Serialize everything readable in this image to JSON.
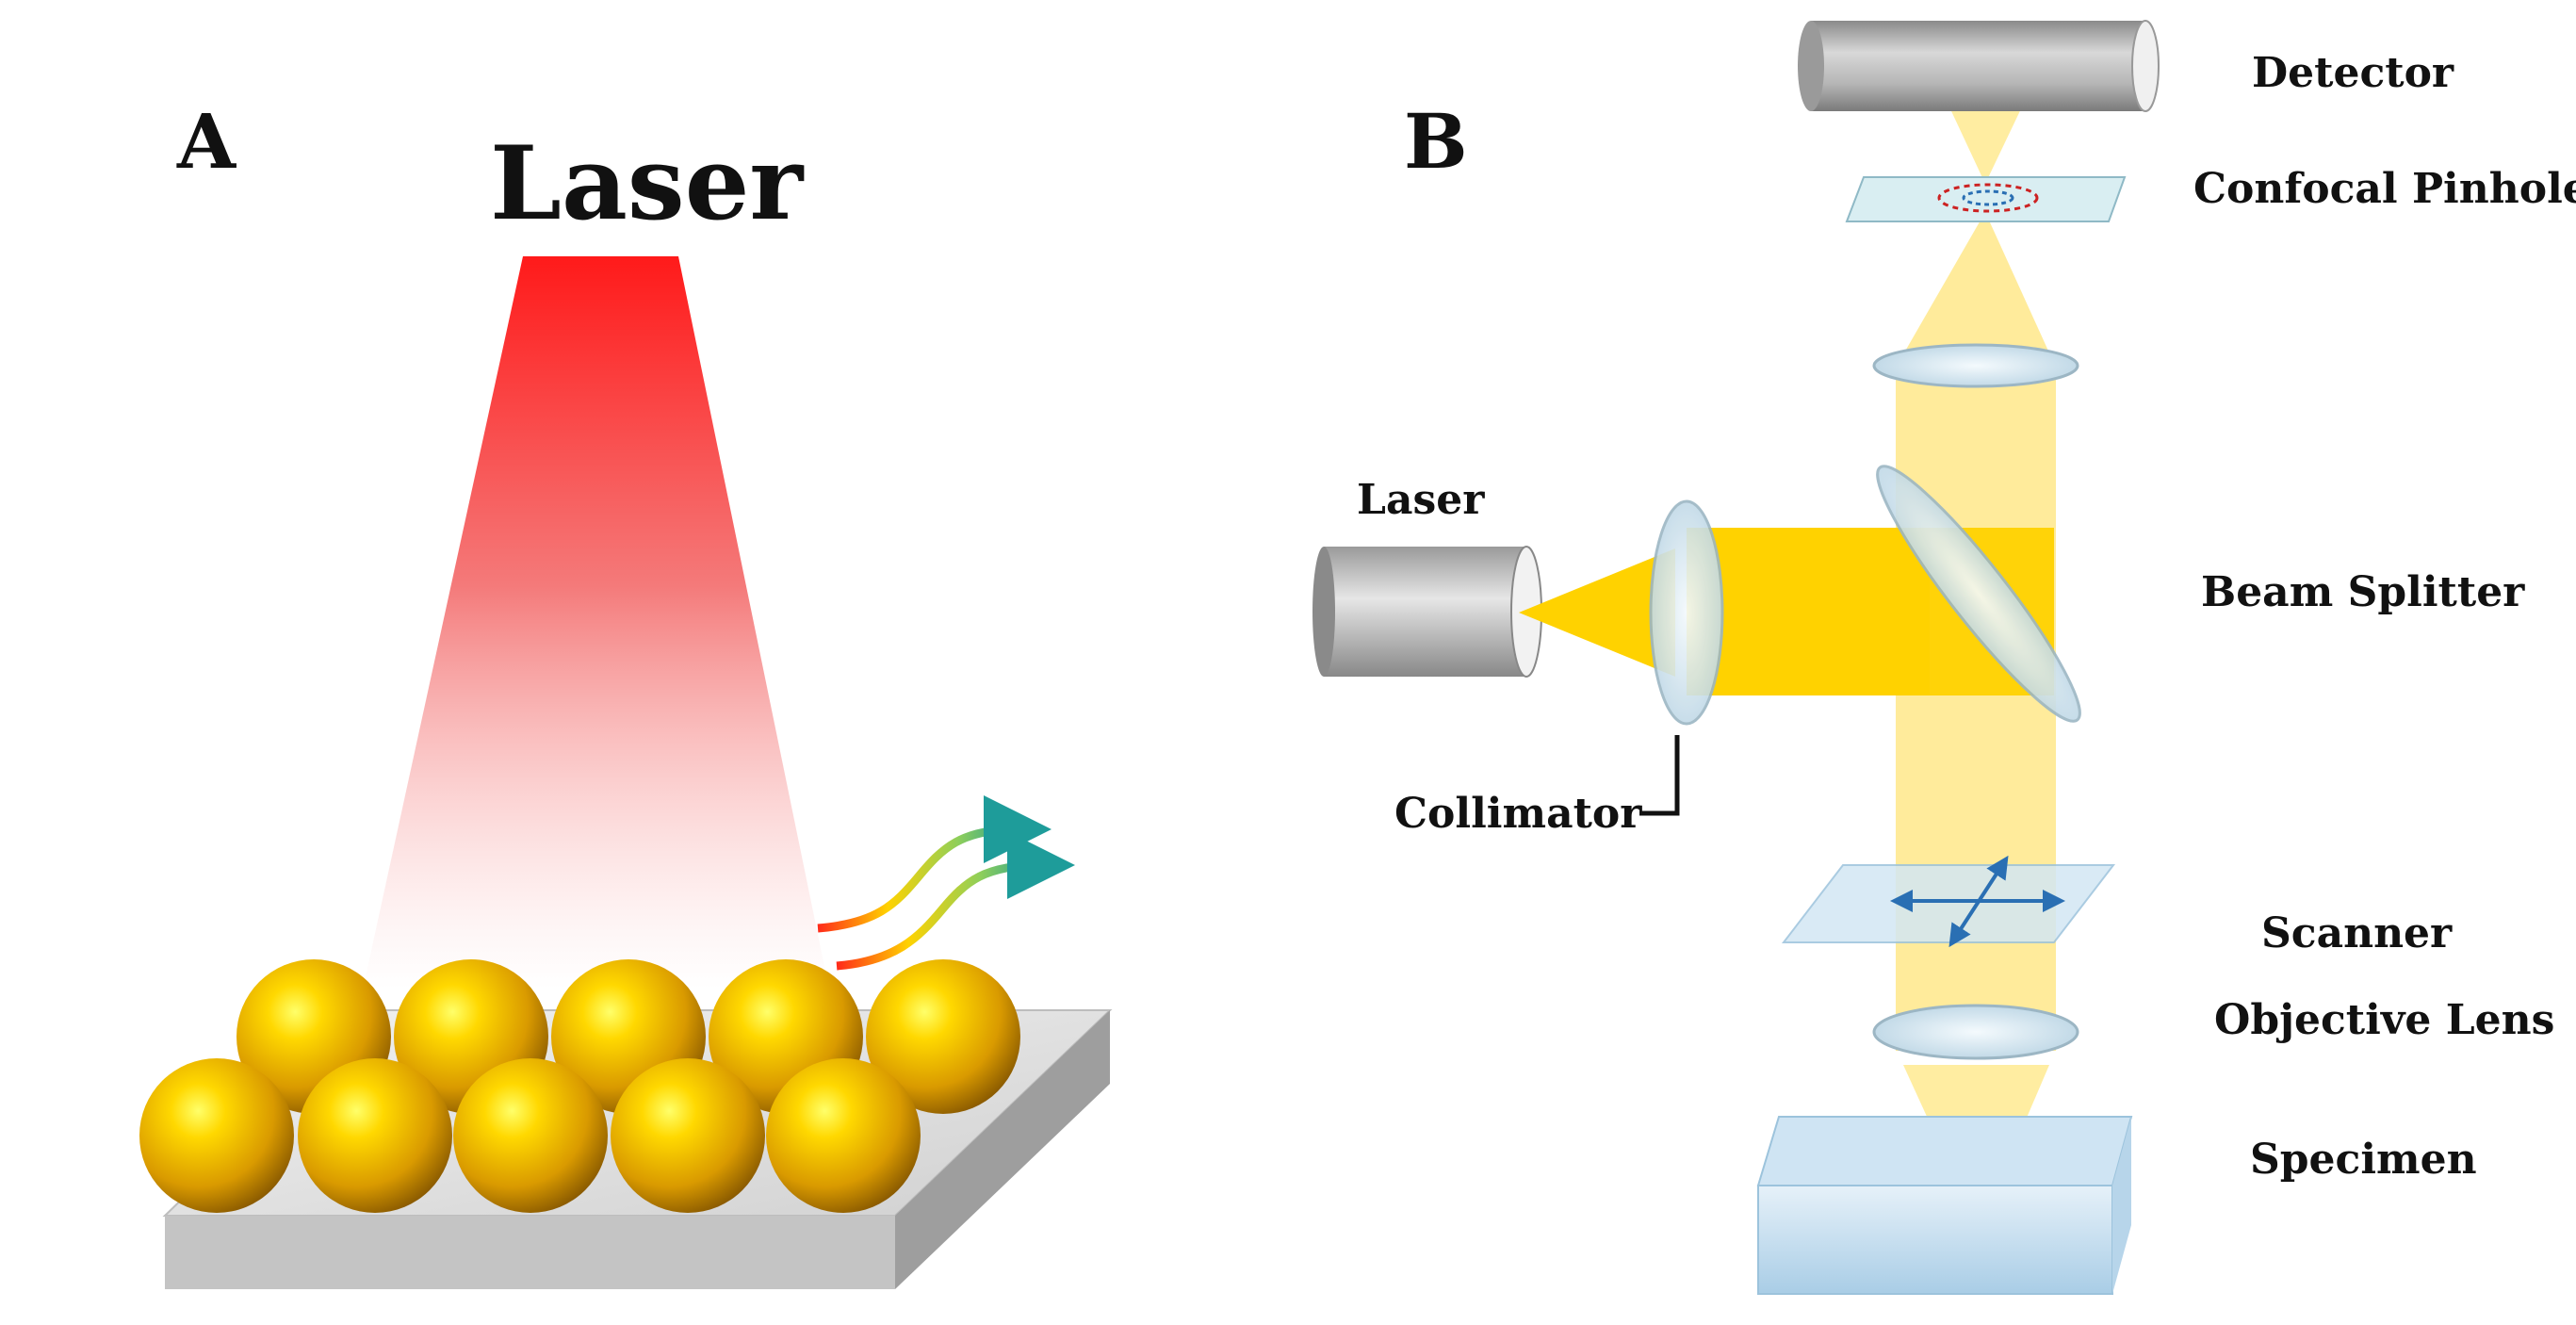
{
  "panel_a": {
    "panel_label": "A",
    "laser_label": "Laser"
  },
  "panel_b": {
    "panel_label": "B",
    "labels": {
      "detector": "Detector",
      "confocal_pinhole": "Confocal Pinhole",
      "laser": "Laser",
      "beam_splitter": "Beam Splitter",
      "collimator": "Collimator",
      "scanner": "Scanner",
      "objective_lens": "Objective Lens",
      "specimen": "Specimen"
    }
  },
  "colors": {
    "laser_red": "#ff1a1a",
    "gold_sphere": "#e8a800",
    "beam_yellow": "#ffd200",
    "beam_pale": "#ffe88a",
    "glass": "#cfe3ef",
    "arrow_teal": "#1e9c9a",
    "arrow_blue": "#2a6fb3"
  },
  "icons": [
    "gold-sphere-icon",
    "laser-source-icon",
    "lens-icon",
    "wavy-arrow-icon"
  ]
}
